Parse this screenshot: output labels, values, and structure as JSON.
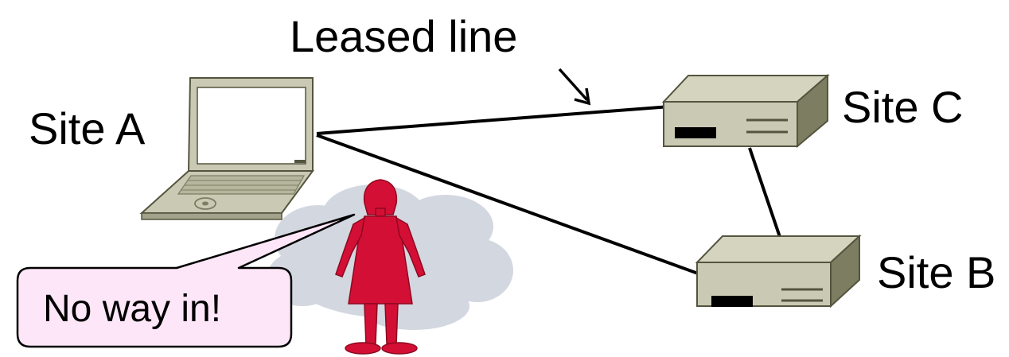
{
  "diagram": {
    "labels": {
      "leased_line": "Leased line",
      "site_a": "Site A",
      "site_b": "Site B",
      "site_c": "Site C",
      "callout": "No way in!"
    },
    "icons": {
      "laptop": "laptop-icon",
      "router_c": "router-icon",
      "router_b": "router-icon",
      "attacker": "person-icon",
      "cloud": "cloud-icon"
    },
    "colors": {
      "device_fill": "#c9c9b4",
      "device_dark": "#7d7d62",
      "attacker": "#d40f35",
      "cloud": "#d3d7e0",
      "callout_fill": "#fde6f7",
      "line": "#000000"
    }
  }
}
